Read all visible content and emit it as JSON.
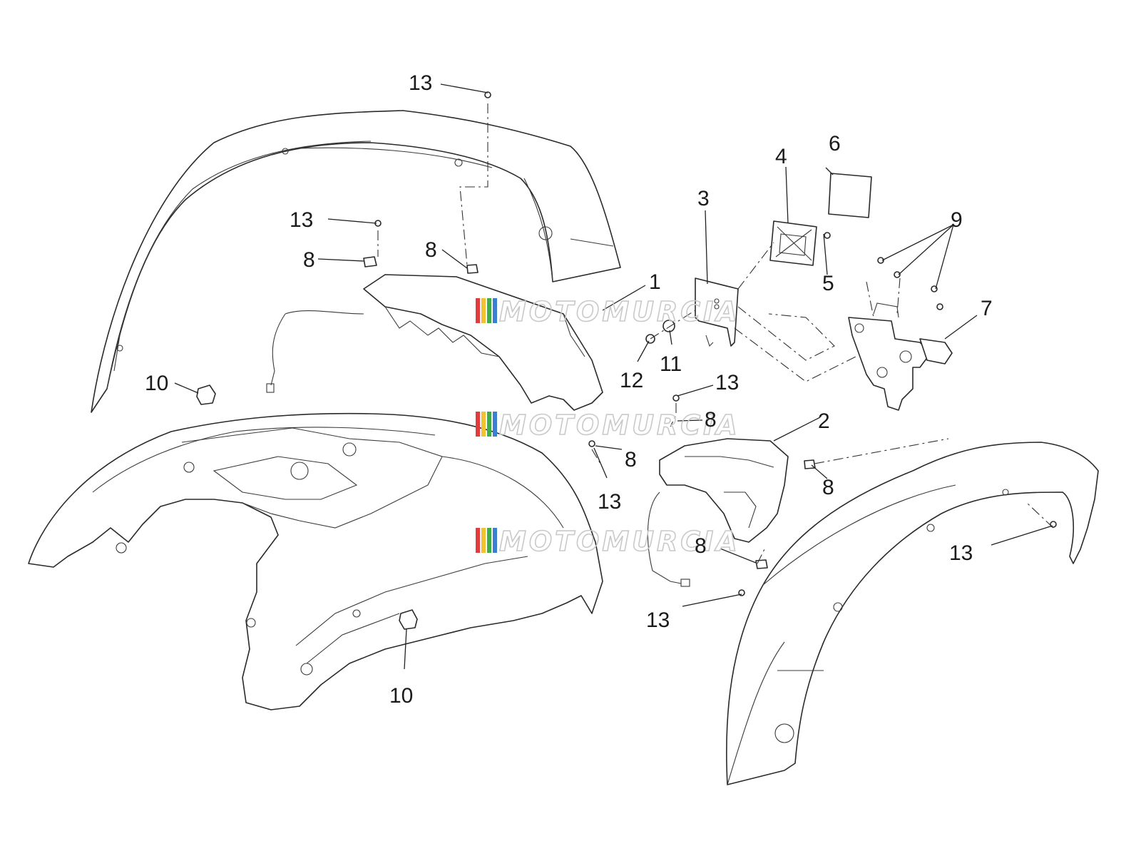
{
  "diagram": {
    "watermark": "MOTOMURCIA",
    "watermark_colors": [
      "#e23b3b",
      "#f2c230",
      "#3fae49",
      "#3b7fd0"
    ],
    "callouts": [
      "1",
      "2",
      "3",
      "4",
      "5",
      "6",
      "7",
      "8",
      "9",
      "10",
      "11",
      "12",
      "13"
    ]
  }
}
